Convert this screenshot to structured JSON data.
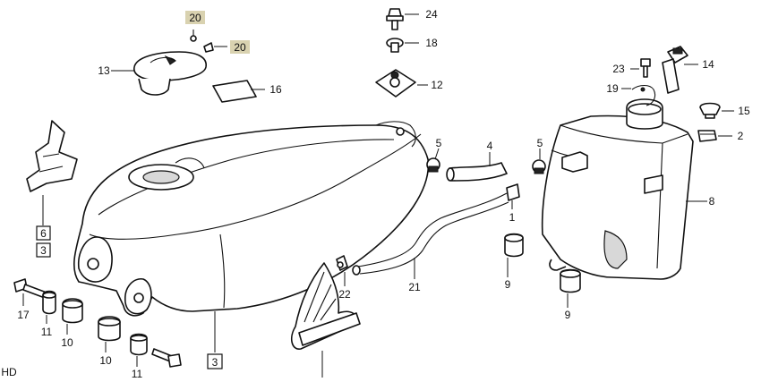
{
  "callouts": {
    "p1": "1",
    "p2": "2",
    "p3": "3",
    "p3b": "3",
    "p4": "4",
    "p5a": "5",
    "p5b": "5",
    "p6": "6",
    "p8": "8",
    "p9a": "9",
    "p9b": "9",
    "p10a": "10",
    "p10b": "10",
    "p11a": "11",
    "p11b": "11",
    "p12": "12",
    "p13": "13",
    "p14": "14",
    "p15": "15",
    "p16": "16",
    "p17": "17",
    "p18": "18",
    "p19": "19",
    "p20a": "20",
    "p20b": "20",
    "p21": "21",
    "p22": "22",
    "p23": "23",
    "p24": "24"
  },
  "colors": {
    "highlight": "#d9d2b0",
    "line": "#111111"
  },
  "edge_text": "HD"
}
